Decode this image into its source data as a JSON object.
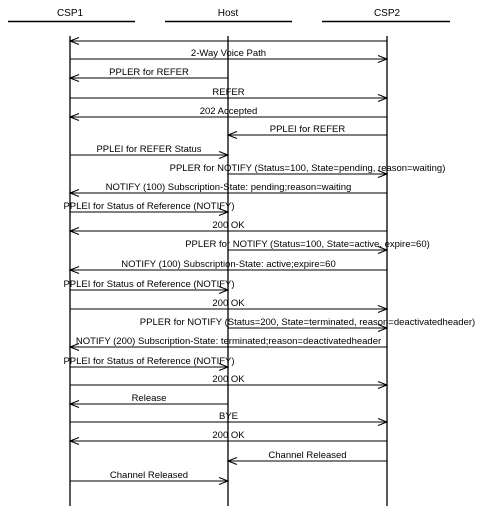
{
  "participants": [
    {
      "id": "csp1",
      "label": "CSP1"
    },
    {
      "id": "host",
      "label": "Host"
    },
    {
      "id": "csp2",
      "label": "CSP2"
    }
  ],
  "messages": [
    {
      "from": "csp2",
      "to": "csp1",
      "label": ""
    },
    {
      "from": "csp1",
      "to": "csp2",
      "label": "2-Way Voice Path"
    },
    {
      "from": "host",
      "to": "csp1",
      "label": "PPLER for REFER"
    },
    {
      "from": "csp1",
      "to": "csp2",
      "label": "REFER"
    },
    {
      "from": "csp2",
      "to": "csp1",
      "label": "202 Accepted"
    },
    {
      "from": "csp2",
      "to": "host",
      "label": "PPLEI for REFER"
    },
    {
      "from": "csp1",
      "to": "host",
      "label": "PPLEI for REFER Status"
    },
    {
      "from": "host",
      "to": "csp2",
      "label": "PPLER for NOTIFY (Status=100, State=pending, reason=waiting)"
    },
    {
      "from": "csp2",
      "to": "csp1",
      "label": "NOTIFY (100) Subscription-State: pending;reason=waiting"
    },
    {
      "from": "csp1",
      "to": "host",
      "label": "PPLEI for Status of Reference (NOTIFY)"
    },
    {
      "from": "csp2",
      "to": "csp1",
      "label": "200 OK"
    },
    {
      "from": "host",
      "to": "csp2",
      "label": "PPLER for NOTIFY (Status=100, State=active, expire=60)"
    },
    {
      "from": "csp2",
      "to": "csp1",
      "label": "NOTIFY (100) Subscription-State: active;expire=60"
    },
    {
      "from": "csp1",
      "to": "host",
      "label": "PPLEI for Status of Reference (NOTIFY)"
    },
    {
      "from": "csp1",
      "to": "csp2",
      "label": "200 OK"
    },
    {
      "from": "host",
      "to": "csp2",
      "label": "PPLER for NOTIFY (Status=200, State=terminated, reason=deactivatedheader)"
    },
    {
      "from": "csp2",
      "to": "csp1",
      "label": "NOTIFY (200) Subscription-State: terminated;reason=deactivatedheader"
    },
    {
      "from": "csp1",
      "to": "host",
      "label": "PPLEI for Status of Reference (NOTIFY)"
    },
    {
      "from": "csp1",
      "to": "csp2",
      "label": "200 OK"
    },
    {
      "from": "host",
      "to": "csp1",
      "label": "Release"
    },
    {
      "from": "csp1",
      "to": "csp2",
      "label": "BYE"
    },
    {
      "from": "csp2",
      "to": "csp1",
      "label": "200 OK"
    },
    {
      "from": "csp2",
      "to": "host",
      "label": "Channel Released"
    },
    {
      "from": "csp1",
      "to": "host",
      "label": "Channel Released"
    }
  ]
}
